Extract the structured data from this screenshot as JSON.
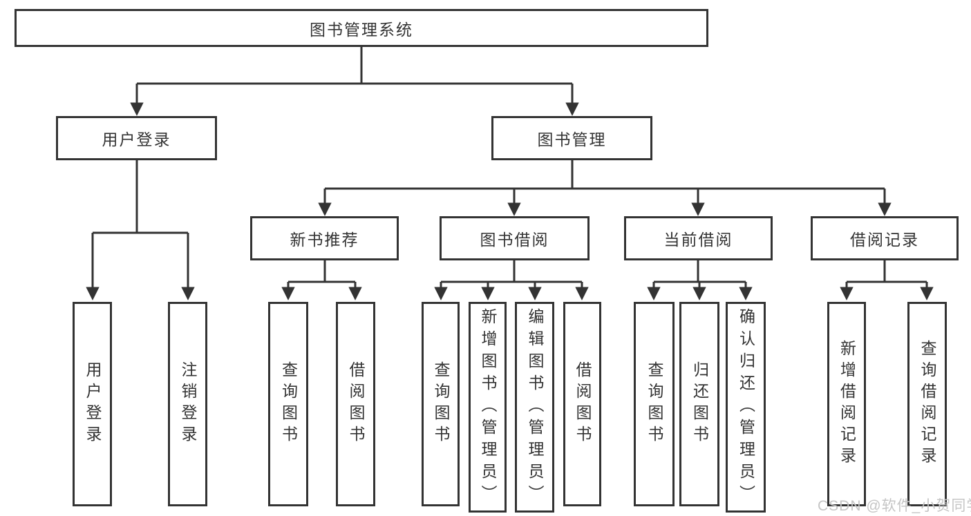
{
  "diagram_title": "图书管理系统",
  "tree": {
    "label": "图书管理系统",
    "children": [
      {
        "label": "用户登录",
        "children": [
          {
            "label": "用户登录"
          },
          {
            "label": "注销登录"
          }
        ]
      },
      {
        "label": "图书管理",
        "children": [
          {
            "label": "新书推荐",
            "children": [
              {
                "label": "查询图书"
              },
              {
                "label": "借阅图书"
              }
            ]
          },
          {
            "label": "图书借阅",
            "children": [
              {
                "label": "查询图书"
              },
              {
                "label": "新增图书（管理员）"
              },
              {
                "label": "编辑图书（管理员）"
              },
              {
                "label": "借阅图书"
              }
            ]
          },
          {
            "label": "当前借阅",
            "children": [
              {
                "label": "查询图书"
              },
              {
                "label": "归还图书"
              },
              {
                "label": "确认归还（管理员）"
              }
            ]
          },
          {
            "label": "借阅记录",
            "children": [
              {
                "label": "新增借阅记录"
              },
              {
                "label": "查询借阅记录"
              }
            ]
          }
        ]
      }
    ]
  },
  "watermark": {
    "text": "CSDN @软件_小贺同学"
  },
  "colors": {
    "line": "#333333",
    "text": "#333333",
    "box_background": "#ffffff",
    "page_background": "#ffffff",
    "watermark": "#c5c5c5"
  }
}
